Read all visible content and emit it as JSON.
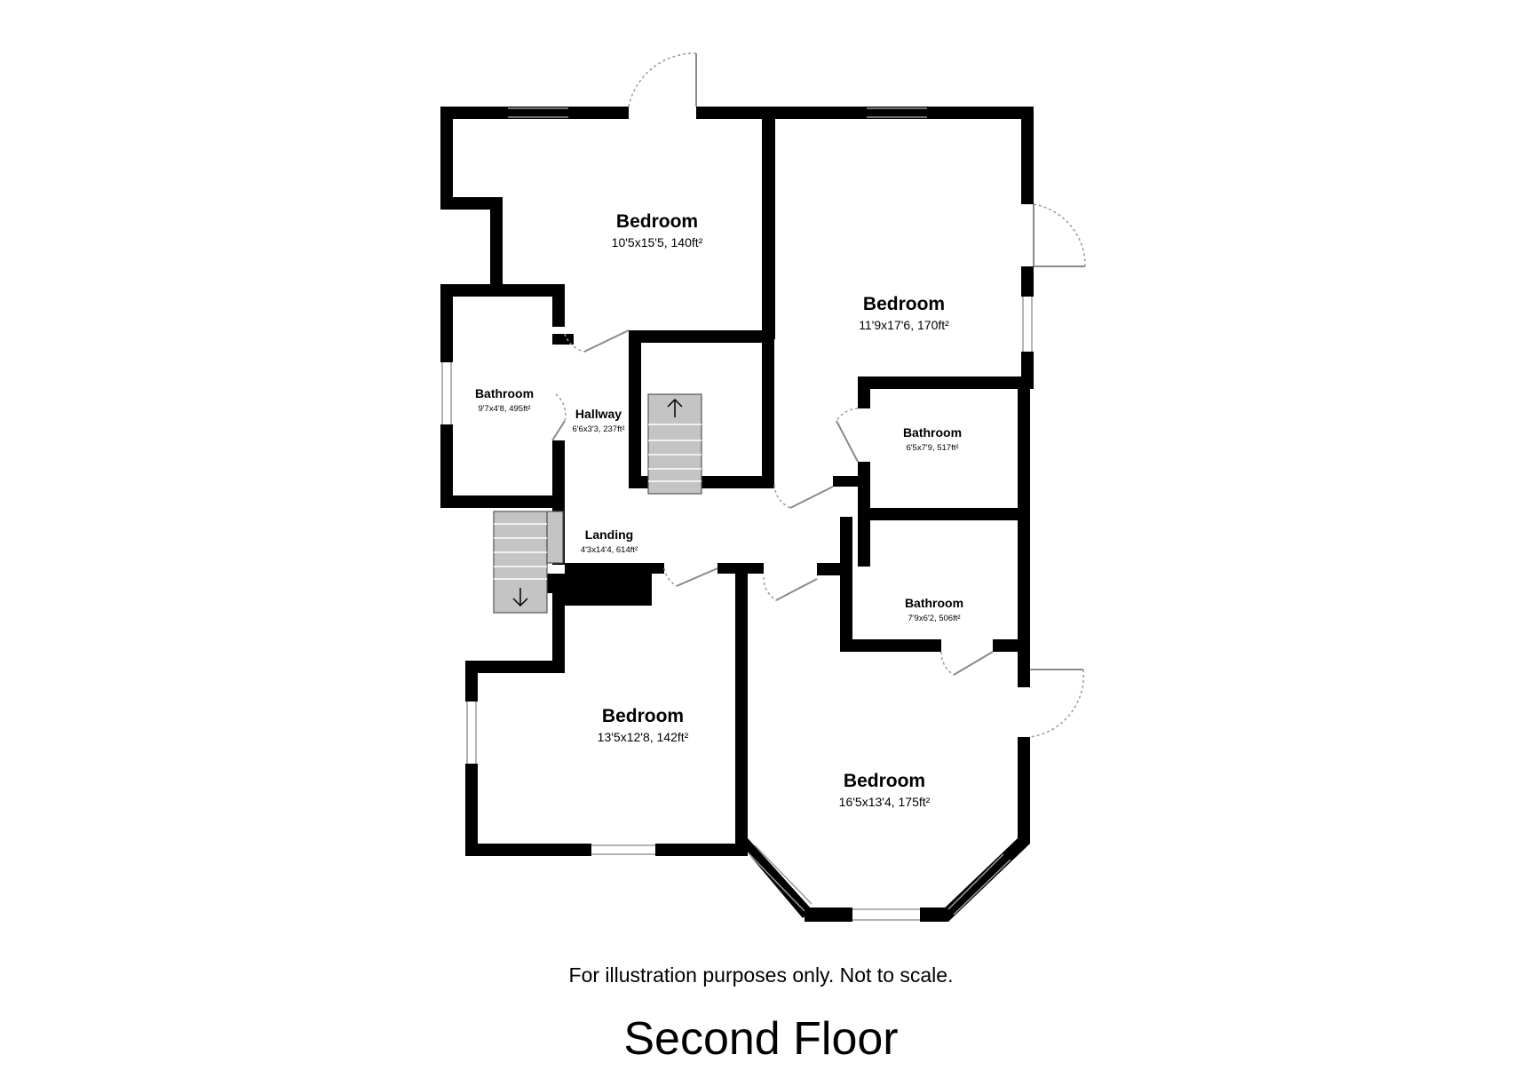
{
  "rooms": [
    {
      "id": "bedroom-1",
      "name": "Bedroom",
      "dims": "10'5x15'5, 140ft²"
    },
    {
      "id": "bedroom-2",
      "name": "Bedroom",
      "dims": "11'9x17'6, 170ft²"
    },
    {
      "id": "bathroom-1",
      "name": "Bathroom",
      "dims": "9'7x4'8, 495ft²"
    },
    {
      "id": "hallway",
      "name": "Hallway",
      "dims": "6'6x3'3, 237ft²"
    },
    {
      "id": "bathroom-2",
      "name": "Bathroom",
      "dims": "6'5x7'9, 517ft²"
    },
    {
      "id": "landing",
      "name": "Landing",
      "dims": "4'3x14'4, 614ft²"
    },
    {
      "id": "bathroom-3",
      "name": "Bathroom",
      "dims": "7'9x6'2, 506ft²"
    },
    {
      "id": "bedroom-3",
      "name": "Bedroom",
      "dims": "13'5x12'8, 142ft²"
    },
    {
      "id": "bedroom-4",
      "name": "Bedroom",
      "dims": "16'5x13'4, 175ft²"
    }
  ],
  "disclaimer": "For illustration purposes only. Not to scale.",
  "floor_title": "Second Floor"
}
